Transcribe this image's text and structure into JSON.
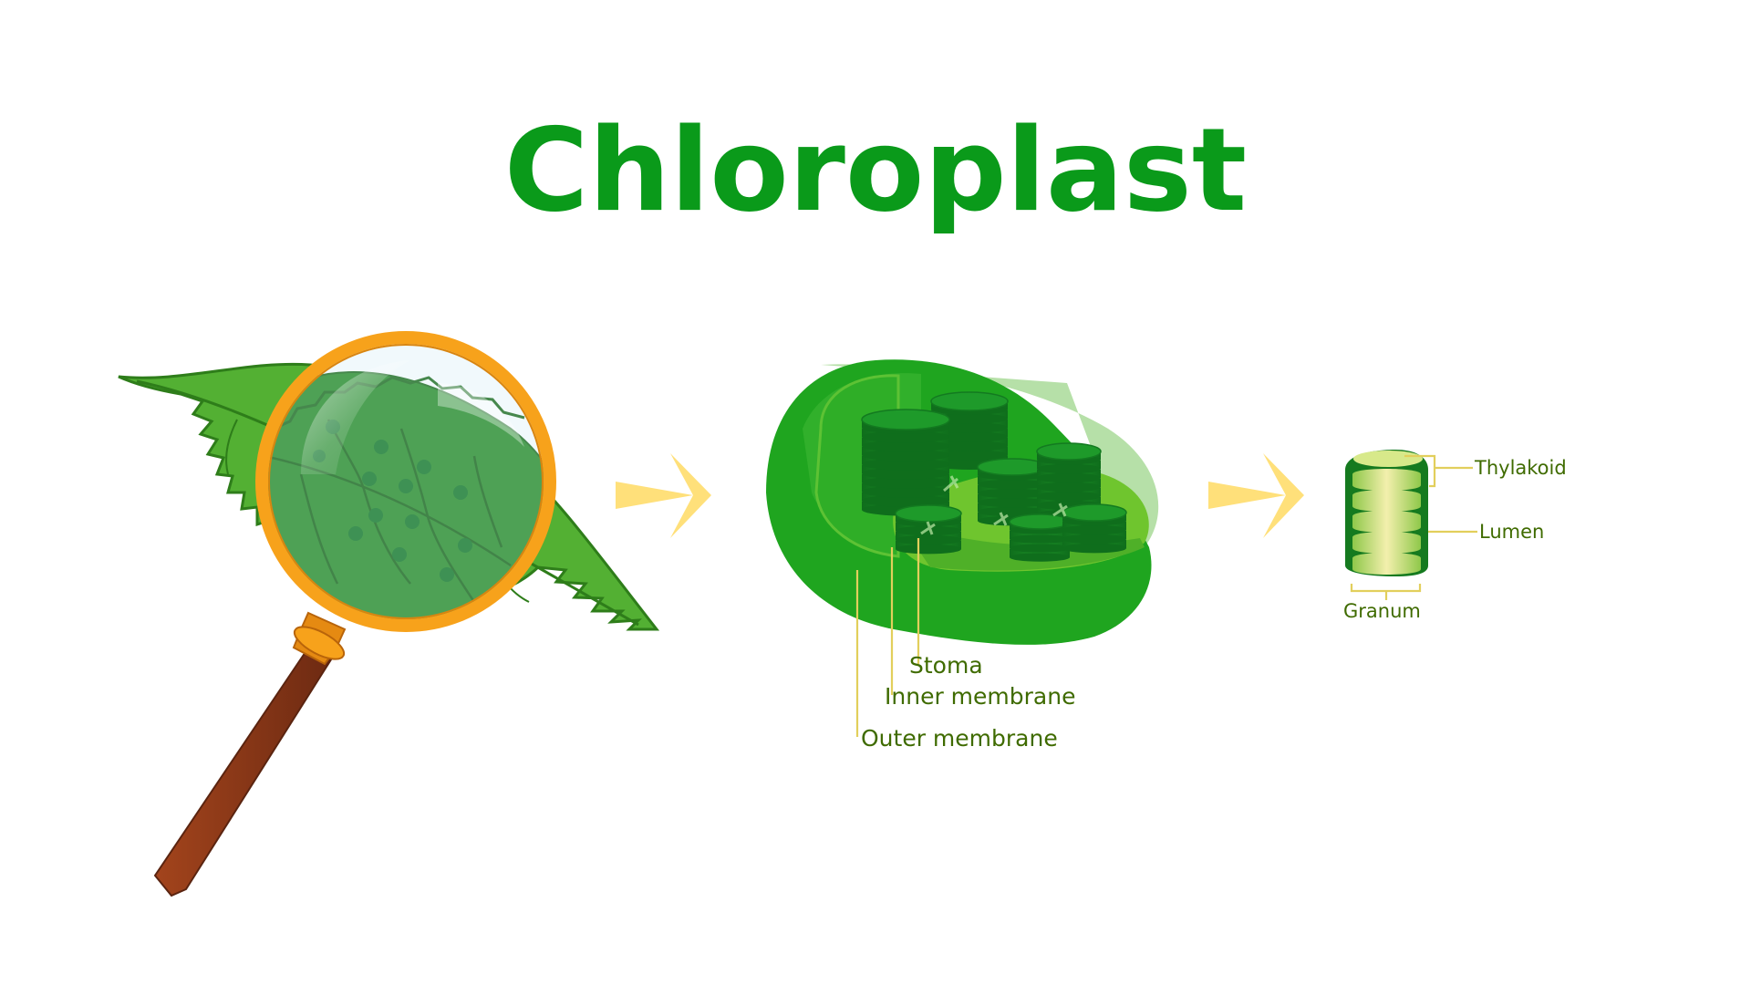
{
  "title": "Chloroplast",
  "labels": {
    "stoma": "Stoma",
    "inner_membrane": "Inner membrane",
    "outer_membrane": "Outer membrane",
    "thylakoid": "Thylakoid",
    "lumen": "Lumen",
    "granum": "Granum"
  },
  "colors": {
    "title": "#0a9a1a",
    "label": "#3f6b00",
    "arrow": "#ffe07a",
    "leader": "#e2cf5c",
    "magnifier_rim": "#f7a21b",
    "magnifier_handle": "#8a3517",
    "leaf": "#53b033",
    "chloroplast_outer": "#1fa51f",
    "stroma": "#5fc02a",
    "granum_dark": "#157a1f"
  },
  "icons": [
    "leaf-icon",
    "magnifying-glass-icon",
    "arrow-right-icon",
    "chloroplast-icon",
    "granum-icon"
  ]
}
